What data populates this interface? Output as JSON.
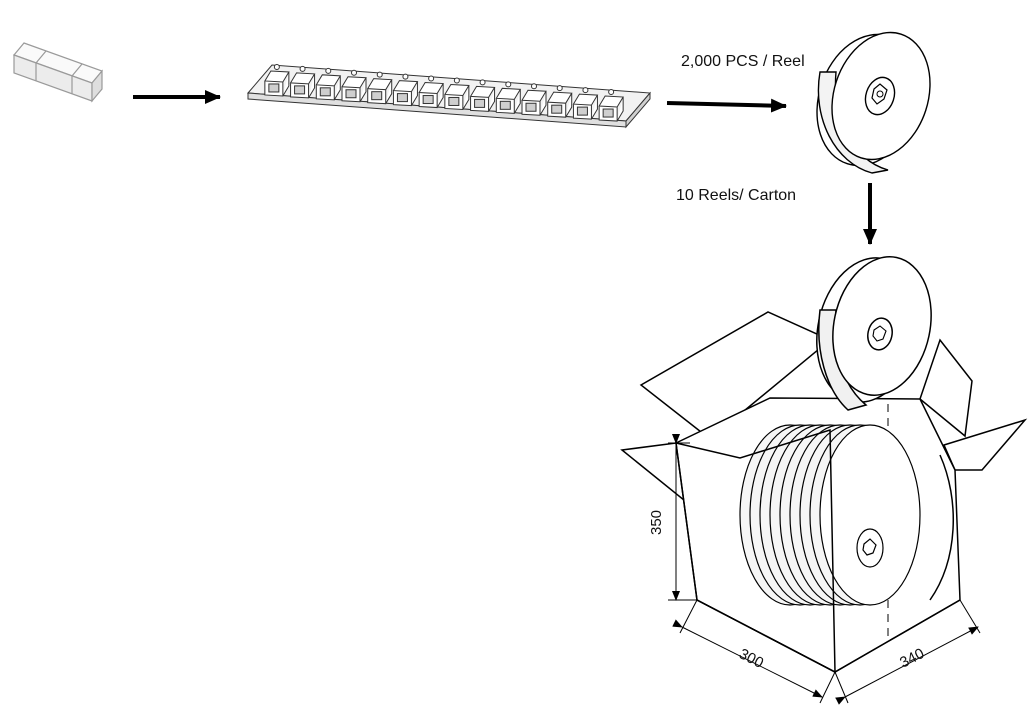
{
  "labels": {
    "per_reel": "2,000 PCS / Reel",
    "per_carton": "10 Reels/ Carton"
  },
  "dimensions": {
    "height": "350",
    "width": "300",
    "depth": "340"
  },
  "tape_pockets": 14
}
